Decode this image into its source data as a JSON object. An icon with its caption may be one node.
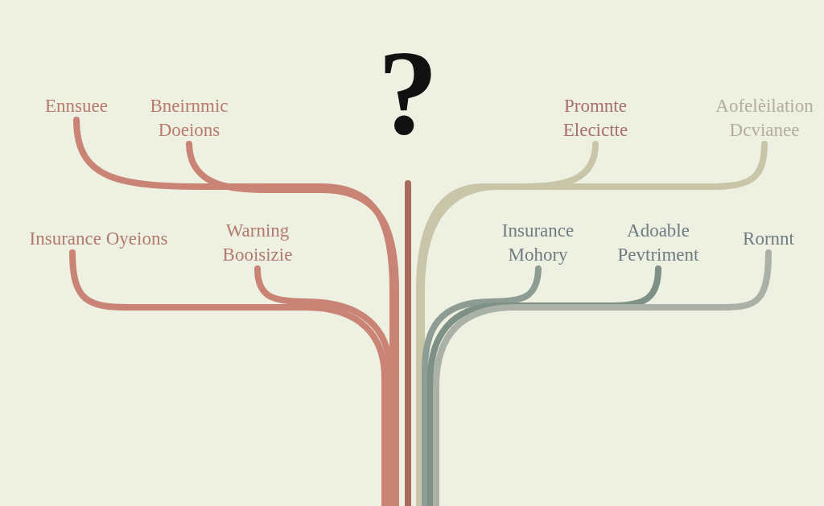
{
  "diagram": {
    "nodes": [
      {
        "text": [
          "?"
        ]
      },
      {
        "text": [
          "Ennsuee"
        ]
      },
      {
        "text": [
          "Bneirnmic Doeions"
        ]
      },
      {
        "text": [
          "Promnte Elecictte"
        ]
      },
      {
        "text": [
          "Aofelèilation Dcvianee"
        ]
      },
      {
        "text": [
          "Insurance Oyeions"
        ]
      },
      {
        "text": [
          "Warning Booisizie"
        ]
      },
      {
        "text": [
          "Insurance Mohory"
        ]
      },
      {
        "text": [
          "Adoable Pevtriment"
        ]
      },
      {
        "text": [
          "Rornnt"
        ]
      }
    ],
    "edges": [
      {
        "from": 0,
        "to": null,
        "arrow": "none",
        "color": "#a86a5c"
      },
      {
        "from": 1,
        "to": null,
        "arrow": "none"
      },
      {
        "from": 2,
        "to": null,
        "arrow": "none"
      },
      {
        "from": 3,
        "to": null,
        "arrow": "none",
        "color": "#c9c5a9"
      },
      {
        "from": 4,
        "to": null,
        "arrow": "none",
        "color": "#c9c5a9"
      },
      {
        "from": 5,
        "to": null,
        "arrow": "none"
      },
      {
        "from": 6,
        "to": null,
        "arrow": "none"
      },
      {
        "from": 7,
        "to": null,
        "arrow": "none",
        "color": "#8e9d93"
      },
      {
        "from": 8,
        "to": null,
        "arrow": "none",
        "color": "#7d9186"
      },
      {
        "from": 9,
        "to": null,
        "arrow": "none",
        "color": "#aab1a6"
      }
    ]
  }
}
